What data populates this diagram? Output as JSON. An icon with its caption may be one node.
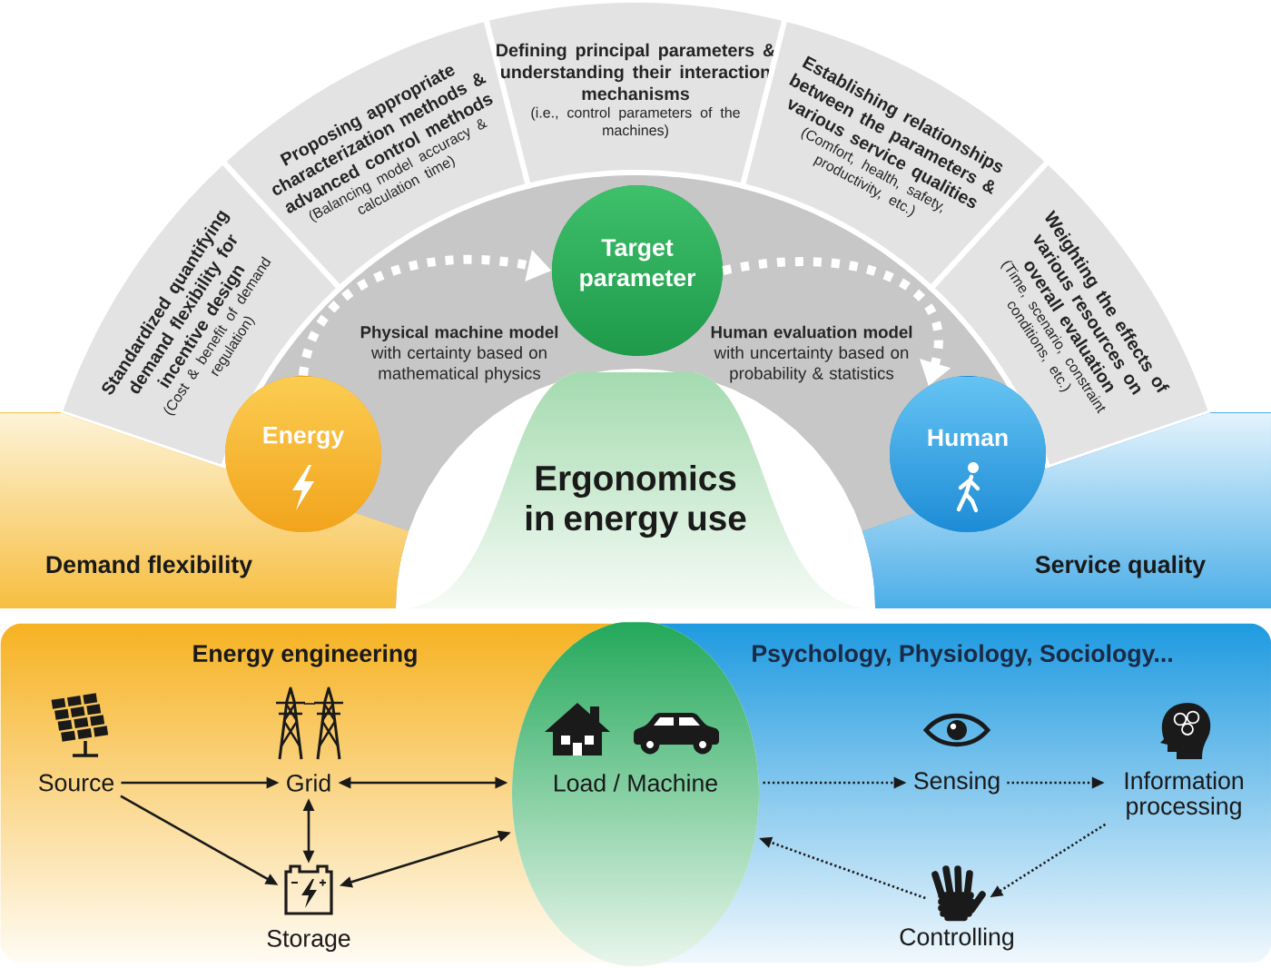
{
  "diagram": {
    "nodes": [
      {
        "text": [
          "Standardized quantifying demand flexibility for incentive design",
          "(Cost & benefit of demand regulation)"
        ]
      },
      {
        "text": [
          "Proposing appropriate characterization methods & advanced control methods",
          "(Balancing model accuracy & calculation time)"
        ]
      },
      {
        "text": [
          "Defining principal parameters & understanding their interaction mechanisms",
          "(i.e., control parameters of the machines)"
        ]
      },
      {
        "text": [
          "Establishing relationships between the parameters & various service qualities",
          "(Comfort, health, safety, productivity, etc.)"
        ]
      },
      {
        "text": [
          "Weighting the effects of various resources on overall evaluation",
          "(Time, scenario, constraint conditions, etc.)"
        ]
      },
      {
        "text": [
          "Energy"
        ]
      },
      {
        "text": [
          "Target parameter"
        ]
      },
      {
        "text": [
          "Human"
        ]
      },
      {
        "text": [
          "Demand flexibility"
        ]
      },
      {
        "text": [
          "Service quality"
        ]
      },
      {
        "text": [
          "Ergonomics in energy use"
        ]
      },
      {
        "text": [
          "Energy engineering"
        ]
      },
      {
        "text": [
          "Source"
        ],
        "in": 11
      },
      {
        "text": [
          "Grid"
        ],
        "in": 11
      },
      {
        "text": [
          "Storage"
        ],
        "in": 11
      },
      {
        "text": [
          "Load / Machine"
        ]
      },
      {
        "text": [
          "Psychology, Physiology, Sociology..."
        ]
      },
      {
        "text": [
          "Sensing"
        ],
        "in": 16
      },
      {
        "text": [
          "Information processing"
        ],
        "in": 16
      },
      {
        "text": [
          "Controlling"
        ],
        "in": 16
      }
    ],
    "edges": [
      {
        "from": 5,
        "to": 6,
        "arrow": "to",
        "style": "dashed",
        "color": "#ffffff",
        "label": "**Physical machine model** with certainty based on mathematical physics"
      },
      {
        "from": 6,
        "to": 7,
        "arrow": "to",
        "style": "dashed",
        "color": "#ffffff",
        "label": "**Human evaluation model** with uncertainty based on probability & statistics"
      },
      {
        "from": 12,
        "to": 13,
        "arrow": "to"
      },
      {
        "from": 13,
        "to": 15,
        "arrow": "both"
      },
      {
        "from": 13,
        "to": 14,
        "arrow": "both"
      },
      {
        "from": 12,
        "to": 14,
        "arrow": "to"
      },
      {
        "from": 14,
        "to": 15,
        "arrow": "both"
      },
      {
        "from": 15,
        "to": 17,
        "arrow": "to",
        "style": "dashed"
      },
      {
        "from": 17,
        "to": 18,
        "arrow": "to",
        "style": "dashed"
      },
      {
        "from": 18,
        "to": 19,
        "arrow": "to",
        "style": "dashed"
      },
      {
        "from": 19,
        "to": 15,
        "arrow": "to",
        "style": "dashed"
      }
    ]
  }
}
